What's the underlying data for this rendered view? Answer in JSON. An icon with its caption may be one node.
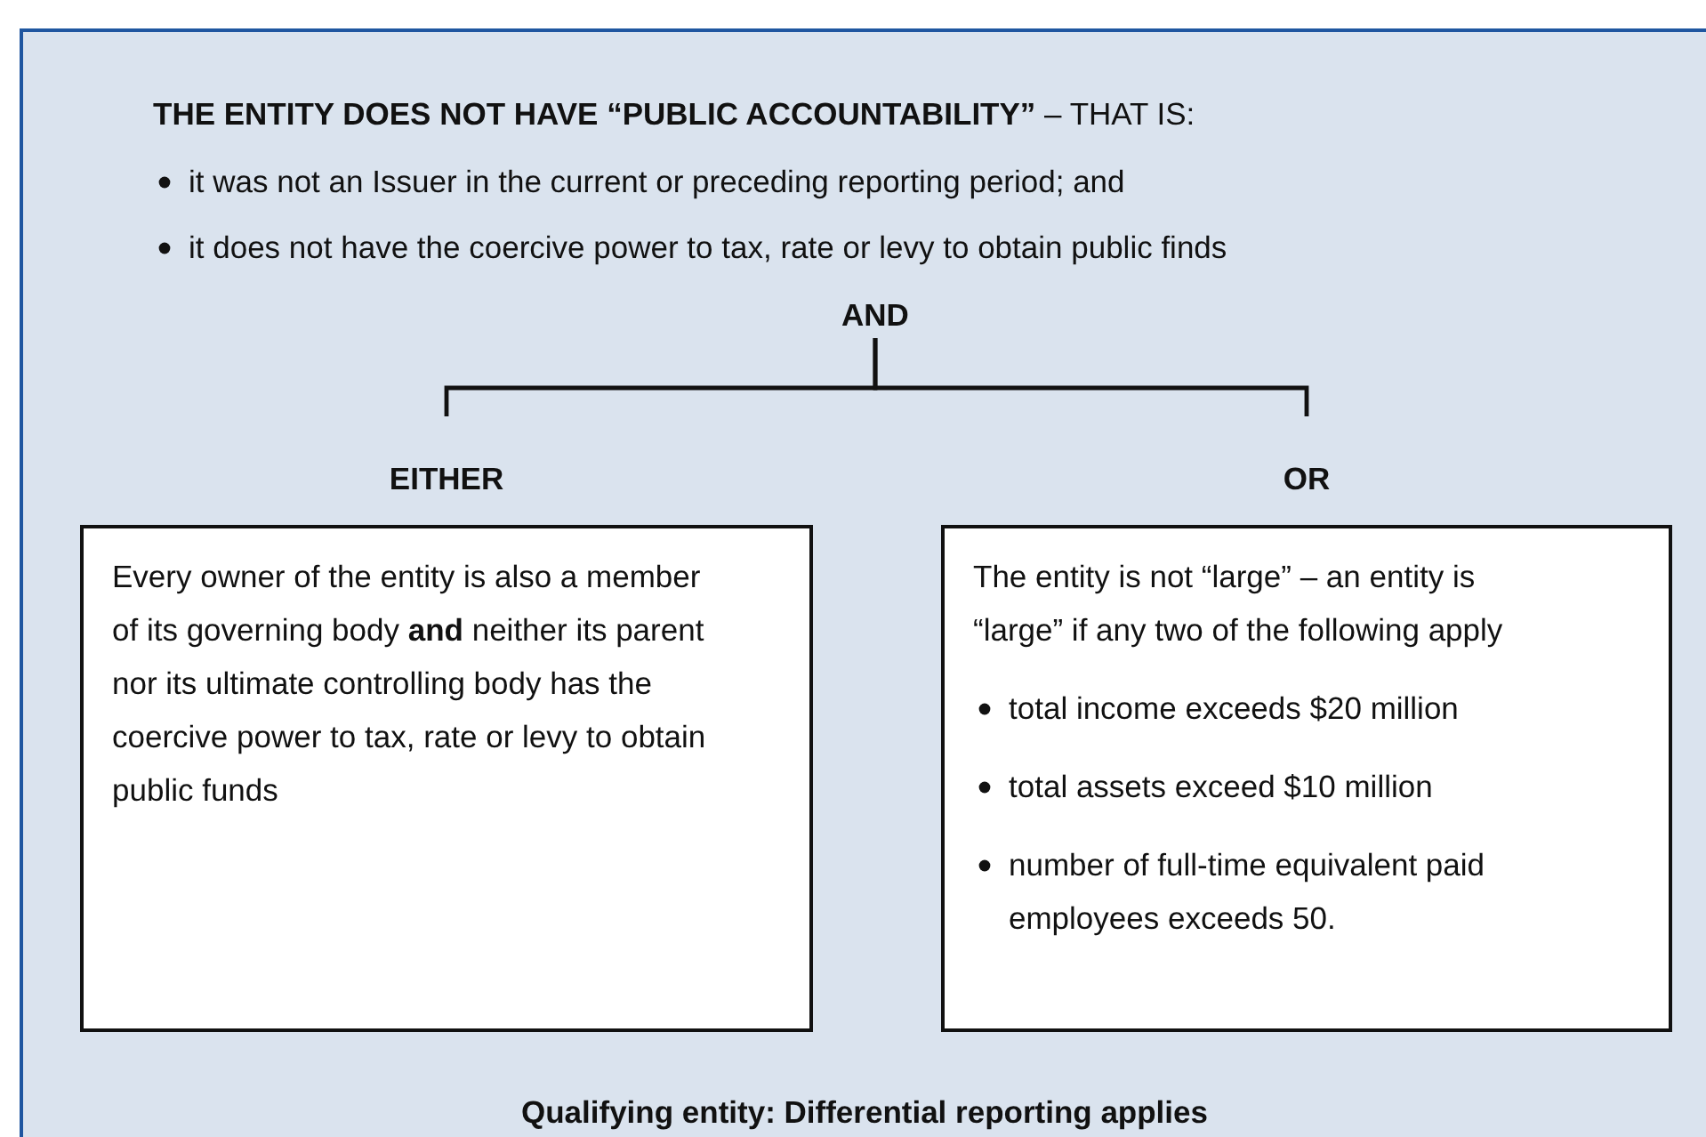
{
  "diagram": {
    "nodes": [
      {
        "text": [
          "**THE ENTITY DOES NOT HAVE “PUBLIC ACCOUNTABILITY”** – THAT IS:",
          "it was not an Issuer in the current or preceding reporting period; and",
          "it does not have the coercive power to tax, rate or levy to obtain public finds",
          "Qualifying entity: Differential reporting applies"
        ]
      },
      {
        "text": [
          "AND"
        ],
        "in": 0
      },
      {
        "text": [
          "EITHER",
          "Every owner of the entity is also a member of its governing body **and** neither its parent nor its ultimate controlling body has the coercive power to tax, rate or levy to obtain public funds"
        ],
        "in": 0
      },
      {
        "text": [
          "OR",
          "The entity is not “large” – an entity is “large” if any two of the following apply",
          "total income exceeds $20 million",
          "total assets exceed $10 million",
          "number of full-time equivalent paid employees exceeds 50."
        ],
        "in": 0
      }
    ],
    "edges": [
      {
        "from": 1,
        "to": 2,
        "arrow": "none"
      },
      {
        "from": 1,
        "to": 3,
        "arrow": "none"
      }
    ]
  }
}
